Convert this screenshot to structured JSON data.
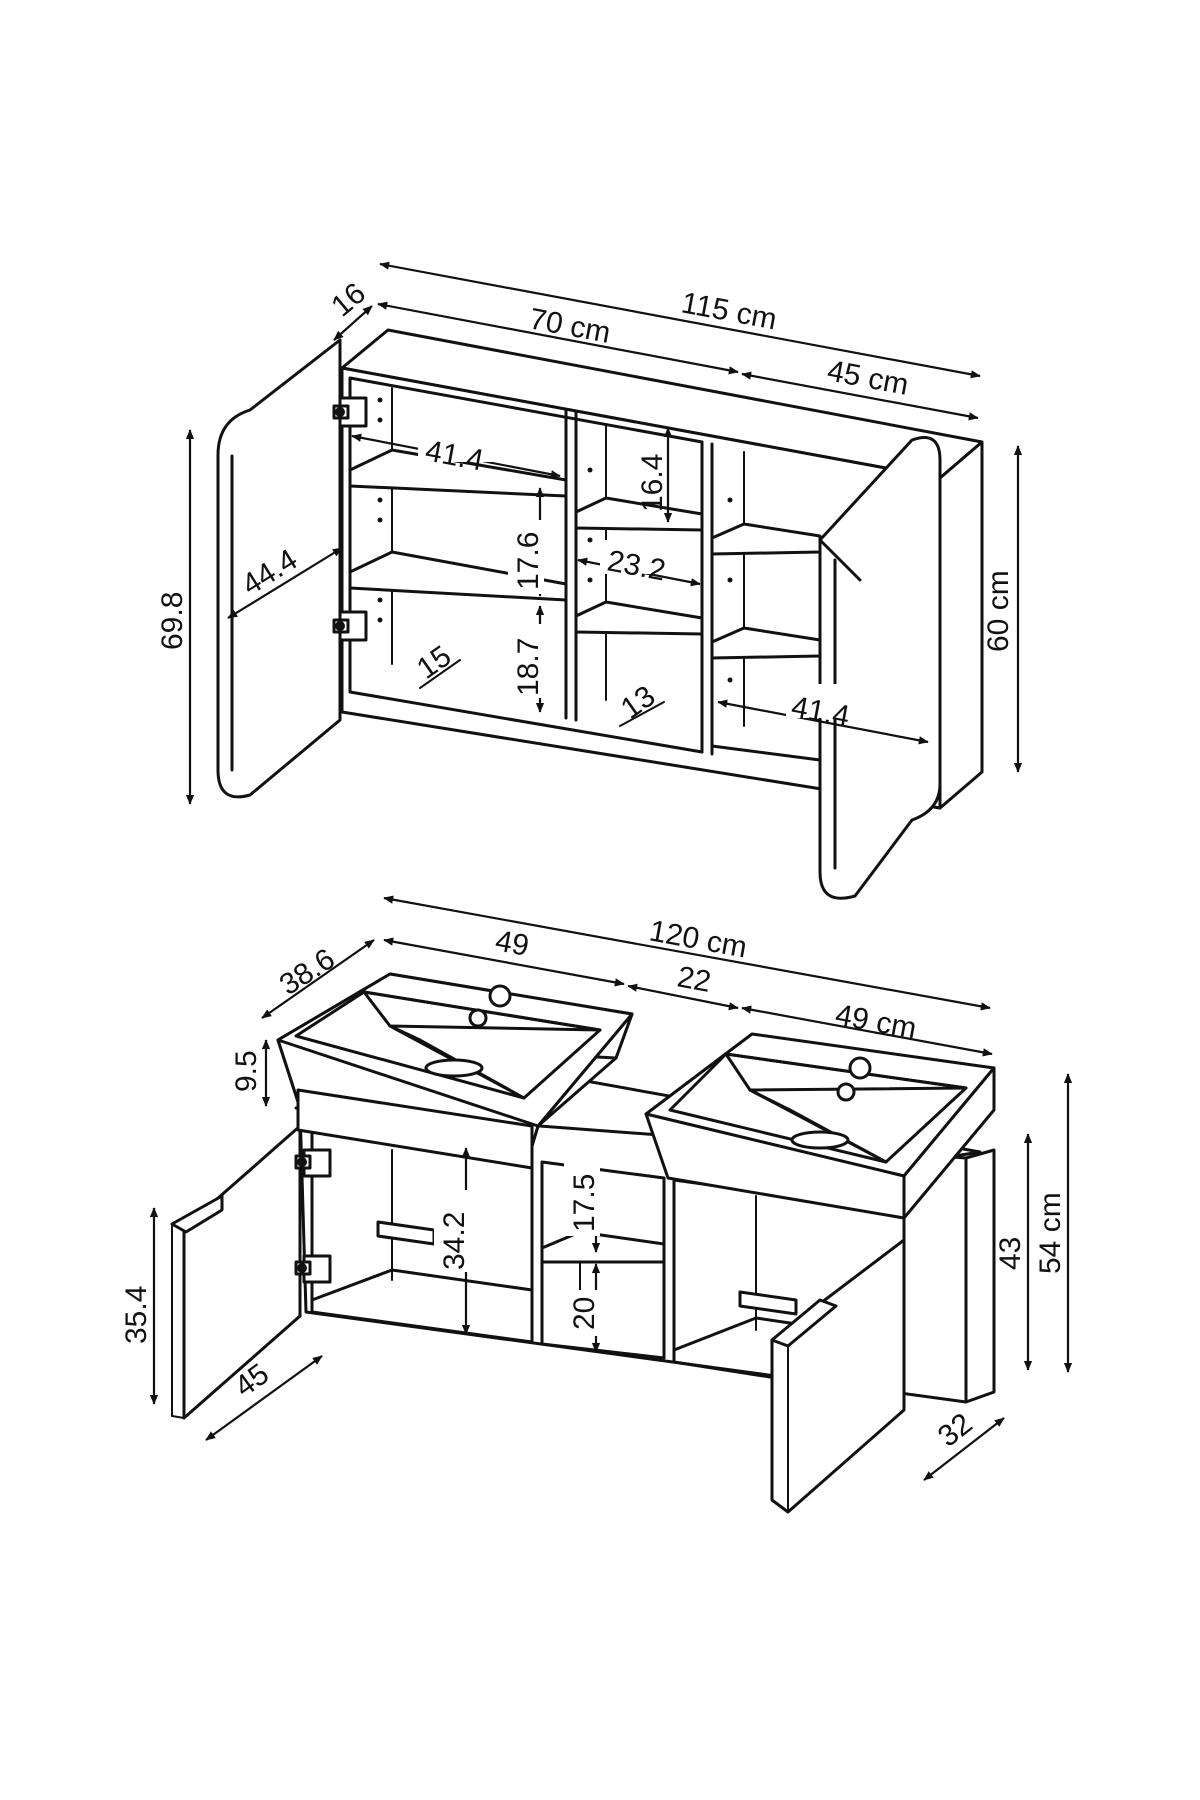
{
  "mirror_cabinet": {
    "dimensions": {
      "total_width": "115 cm",
      "left_width": "70 cm",
      "right_width": "45 cm",
      "depth": "16",
      "door_height": "69.8",
      "height": "60 cm",
      "door_width": "44.4",
      "shelf_width_left": "41.4",
      "shelf_width_right": "41.4",
      "shelf_gap_top": "16.4",
      "middle_width": "23.2",
      "shelf_gap_mid": "17.6",
      "shelf_gap_bottom": "18.7",
      "shelf_depth_left": "15",
      "shelf_depth_middle": "13"
    }
  },
  "vanity_unit": {
    "dimensions": {
      "total_width": "120 cm",
      "basin_width_left": "49",
      "gap_width": "22",
      "basin_width_right": "49 cm",
      "basin_depth": "38.6",
      "basin_height": "9.5",
      "door_height": "35.4",
      "door_width": "45",
      "inner_height": "34.2",
      "middle_upper_gap": "17.5",
      "middle_lower_gap": "20",
      "cabinet_height": "43",
      "total_height": "54 cm",
      "cabinet_depth": "32"
    }
  }
}
